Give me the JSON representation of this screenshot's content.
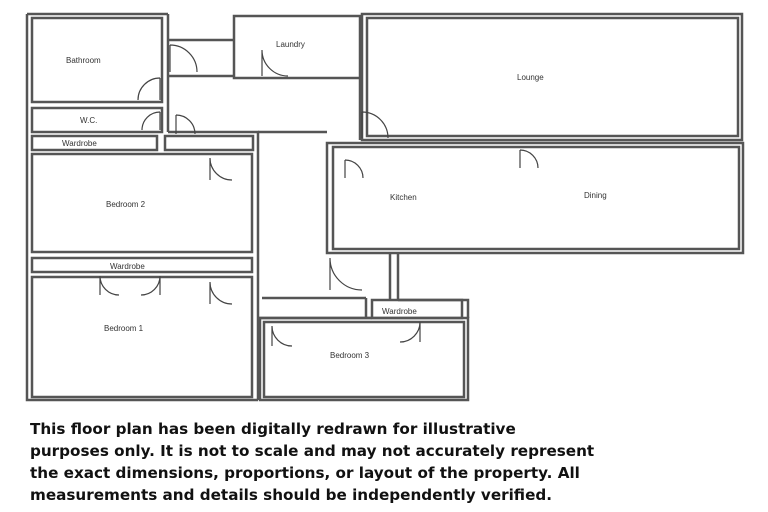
{
  "rooms": {
    "bathroom": "Bathroom",
    "laundry": "Laundry",
    "lounge": "Lounge",
    "wc": "W.C.",
    "wardrobe_top": "Wardrobe",
    "bedroom2": "Bedroom 2",
    "kitchen": "Kitchen",
    "dining": "Dining",
    "wardrobe_mid": "Wardrobe",
    "bedroom1": "Bedroom 1",
    "wardrobe_right": "Wardrobe",
    "bedroom3": "Bedroom 3"
  },
  "disclaimer": {
    "line1": "This floor plan has been digitally redrawn for illustrative",
    "line2": "purposes only. It is not to scale and may not accurately represent",
    "line3": "the exact dimensions, proportions, or layout of the property. All",
    "line4": "measurements and details should be independently verified."
  },
  "colors": {
    "wall": "#555555",
    "door": "#444444",
    "label": "#333333",
    "text": "#111111"
  }
}
